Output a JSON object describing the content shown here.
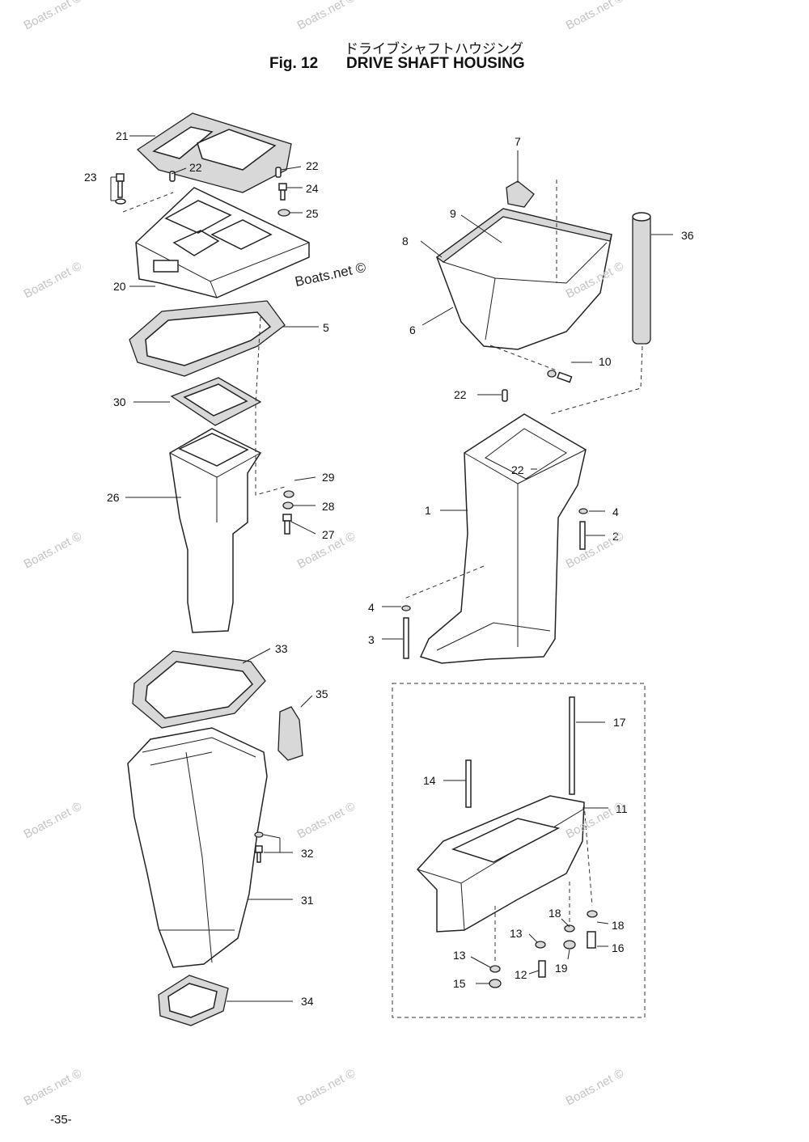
{
  "header": {
    "jp_title": "ドライブシャフトハウジング",
    "fig_label": "Fig. 12",
    "en_title": "DRIVE SHAFT HOUSING"
  },
  "callouts": {
    "c21": "21",
    "c23": "23",
    "c22a": "22",
    "c22b": "22",
    "c24": "24",
    "c25": "25",
    "c20": "20",
    "c5": "5",
    "c30": "30",
    "c29": "29",
    "c28": "28",
    "c27": "27",
    "c26": "26",
    "c7": "7",
    "c9": "9",
    "c8": "8",
    "c36": "36",
    "c6": "6",
    "c10": "10",
    "c22c": "22",
    "c22d": "22",
    "c1": "1",
    "c4a": "4",
    "c2": "2",
    "c4b": "4",
    "c3": "3",
    "c33": "33",
    "c35": "35",
    "c32": "32",
    "c31": "31",
    "c34": "34",
    "c17": "17",
    "c14": "14",
    "c11": "11",
    "c18a": "18",
    "c18b": "18",
    "c13a": "13",
    "c16": "16",
    "c19": "19",
    "c13b": "13",
    "c12": "12",
    "c15": "15"
  },
  "watermark": "Boats.net ©",
  "page_number": "-35-"
}
